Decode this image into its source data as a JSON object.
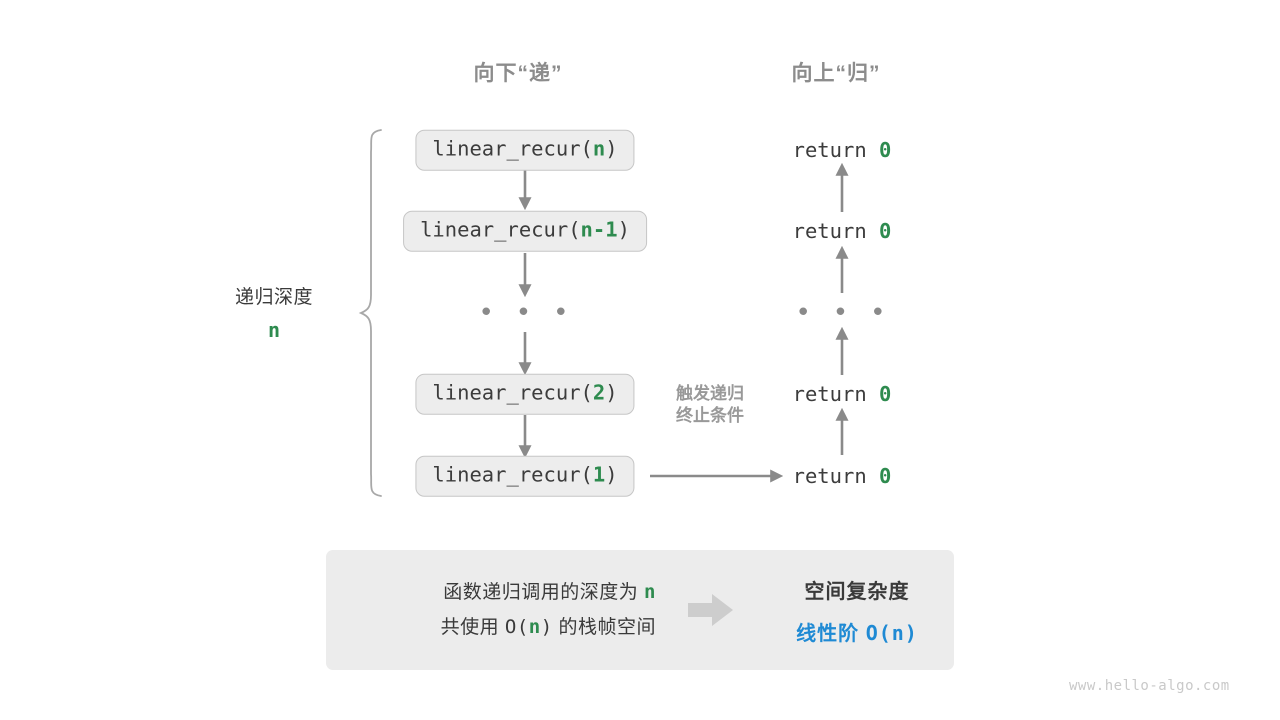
{
  "headers": {
    "down": "向下“递”",
    "up": "向上“归”"
  },
  "call_stack": [
    {
      "prefix": "linear_recur(",
      "arg": "n",
      "suffix": ")"
    },
    {
      "prefix": "linear_recur(",
      "arg": "n-1",
      "suffix": ")"
    },
    {
      "prefix": "linear_recur(",
      "arg": "2",
      "suffix": ")"
    },
    {
      "prefix": "linear_recur(",
      "arg": "1",
      "suffix": ")"
    }
  ],
  "returns": [
    {
      "keyword": "return",
      "value": "0"
    },
    {
      "keyword": "return",
      "value": "0"
    },
    {
      "keyword": "return",
      "value": "0"
    },
    {
      "keyword": "return",
      "value": "0"
    }
  ],
  "ellipsis": "• • •",
  "depth_note": {
    "label": "递归深度",
    "value": "n"
  },
  "mid_note": {
    "line1": "触发递归",
    "line2": "终止条件"
  },
  "summary": {
    "left_line1_text": "函数递归调用的深度为",
    "left_line1_value": "n",
    "left_line2_prefix": "共使用",
    "left_line2_big_o_open": "O(",
    "left_line2_value": "n",
    "left_line2_big_o_close": ")",
    "left_line2_suffix": "的栈帧空间",
    "arrow_icon": "right-arrow-icon",
    "right_title": "空间复杂度",
    "right_value_label": "线性阶",
    "right_value_notation": "O(n)"
  },
  "watermark": "www.hello-algo.com",
  "colors": {
    "green": "#2e8b4f",
    "blue": "#1f8ad4",
    "gray_text": "#3a3a3a",
    "gray_muted": "#8c8c8c",
    "box_fill": "#ededed",
    "box_border": "#c6c6c6",
    "panel_fill": "#ececec",
    "arrow": "#8a8a8a"
  }
}
